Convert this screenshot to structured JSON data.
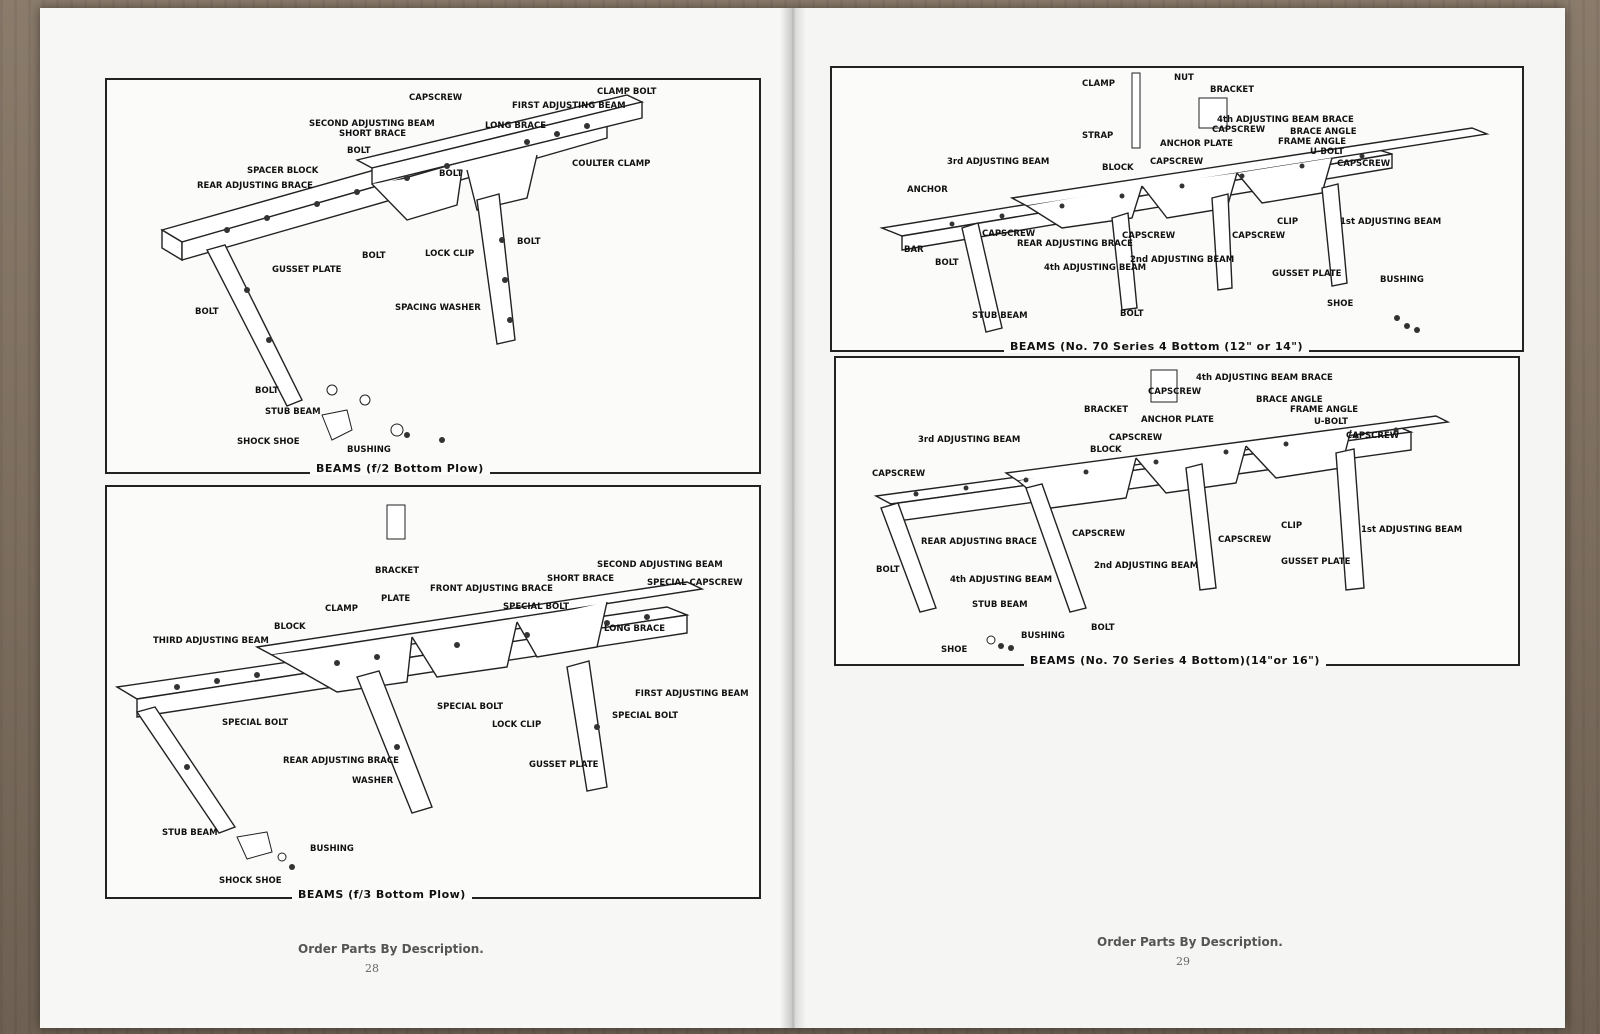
{
  "left_page": {
    "diagram_top": {
      "caption": "BEAMS (f/2 Bottom Plow)",
      "labels": {
        "capscrew": "CAPSCREW",
        "clamp_bolt": "CLAMP BOLT",
        "first_adjusting_beam": "FIRST ADJUSTING BEAM",
        "second_adjusting_beam": "SECOND ADJUSTING BEAM",
        "short_brace": "SHORT BRACE",
        "long_brace": "LONG BRACE",
        "bolt_1": "BOLT",
        "bolt_2": "BOLT",
        "spacer_block": "SPACER BLOCK",
        "coulter_clamp": "COULTER CLAMP",
        "rear_adjusting_brace": "REAR ADJUSTING BRACE",
        "bolt_3": "BOLT",
        "bolt_4": "BOLT",
        "lock_clip": "LOCK CLIP",
        "gusset_plate": "GUSSET PLATE",
        "bolt_5": "BOLT",
        "spacing_washer": "SPACING WASHER",
        "bolt_6": "BOLT",
        "stub_beam": "STUB BEAM",
        "shock_shoe": "SHOCK SHOE",
        "bushing": "BUSHING"
      }
    },
    "diagram_bottom": {
      "caption": "BEAMS (f/3 Bottom Plow)",
      "labels": {
        "bracket": "BRACKET",
        "second_adjusting_beam": "SECOND ADJUSTING BEAM",
        "short_brace": "SHORT BRACE",
        "special_capscrew": "SPECIAL CAPSCREW",
        "plate": "PLATE",
        "front_adjusting_brace": "FRONT ADJUSTING BRACE",
        "clamp": "CLAMP",
        "special_bolt_1": "SPECIAL BOLT",
        "block": "BLOCK",
        "long_brace": "LONG BRACE",
        "third_adjusting_beam": "THIRD ADJUSTING BEAM",
        "first_adjusting_beam": "FIRST ADJUSTING BEAM",
        "special_bolt_2": "SPECIAL BOLT",
        "special_bolt_3": "SPECIAL BOLT",
        "special_bolt_4": "SPECIAL BOLT",
        "lock_clip": "LOCK CLIP",
        "rear_adjusting_brace": "REAR ADJUSTING BRACE",
        "gusset_plate": "GUSSET PLATE",
        "washer": "WASHER",
        "stub_beam": "STUB BEAM",
        "bushing": "BUSHING",
        "shock_shoe": "SHOCK SHOE"
      }
    },
    "footer": "Order Parts By Description.",
    "page_number": "28"
  },
  "right_page": {
    "diagram_top": {
      "caption": "BEAMS (No. 70 Series 4 Bottom (12\" or 14\")",
      "labels": {
        "clamp": "CLAMP",
        "nut": "NUT",
        "bracket": "BRACKET",
        "fourth_adjusting_beam_brace": "4th ADJUSTING BEAM BRACE",
        "capscrew_1": "CAPSCREW",
        "brace_angle": "BRACE ANGLE",
        "strap": "STRAP",
        "anchor_plate": "ANCHOR PLATE",
        "frame_angle": "FRAME ANGLE",
        "u_bolt": "U-BOLT",
        "third_adjusting_beam": "3rd ADJUSTING BEAM",
        "capscrew_2": "CAPSCREW",
        "capscrew_3": "CAPSCREW",
        "block": "BLOCK",
        "anchor": "ANCHOR",
        "clip": "CLIP",
        "first_adjusting_beam": "1st ADJUSTING BEAM",
        "capscrew_4": "CAPSCREW",
        "capscrew_5": "CAPSCREW",
        "capscrew_6": "CAPSCREW",
        "rear_adjusting_brace": "REAR ADJUSTING BRACE",
        "bar": "BAR",
        "bolt_1": "BOLT",
        "fourth_adjusting_beam": "4th ADJUSTING BEAM",
        "second_adjusting_beam": "2nd ADJUSTING BEAM",
        "gusset_plate": "GUSSET PLATE",
        "bushing": "BUSHING",
        "shoe": "SHOE",
        "stub_beam": "STUB BEAM",
        "bolt_2": "BOLT"
      }
    },
    "diagram_bottom": {
      "caption": "BEAMS (No. 70 Series 4 Bottom)(14\"or 16\")",
      "labels": {
        "fourth_adjusting_beam_brace": "4th ADJUSTING BEAM BRACE",
        "capscrew_1": "CAPSCREW",
        "bracket": "BRACKET",
        "brace_angle": "BRACE ANGLE",
        "anchor_plate": "ANCHOR PLATE",
        "frame_angle": "FRAME ANGLE",
        "u_bolt": "U-BOLT",
        "third_adjusting_beam": "3rd ADJUSTING BEAM",
        "capscrew_2": "CAPSCREW",
        "capscrew_3": "CAPSCREW",
        "block": "BLOCK",
        "capscrew_4": "CAPSCREW",
        "capscrew_5": "CAPSCREW",
        "capscrew_6": "CAPSCREW",
        "clip": "CLIP",
        "first_adjusting_beam": "1st ADJUSTING BEAM",
        "rear_adjusting_brace": "REAR ADJUSTING BRACE",
        "gusset_plate": "GUSSET PLATE",
        "second_adjusting_beam": "2nd ADJUSTING BEAM",
        "bolt_1": "BOLT",
        "fourth_adjusting_beam": "4th ADJUSTING BEAM",
        "stub_beam": "STUB BEAM",
        "bolt_2": "BOLT",
        "bushing": "BUSHING",
        "shoe": "SHOE"
      }
    },
    "footer": "Order Parts By Description.",
    "page_number": "29"
  }
}
